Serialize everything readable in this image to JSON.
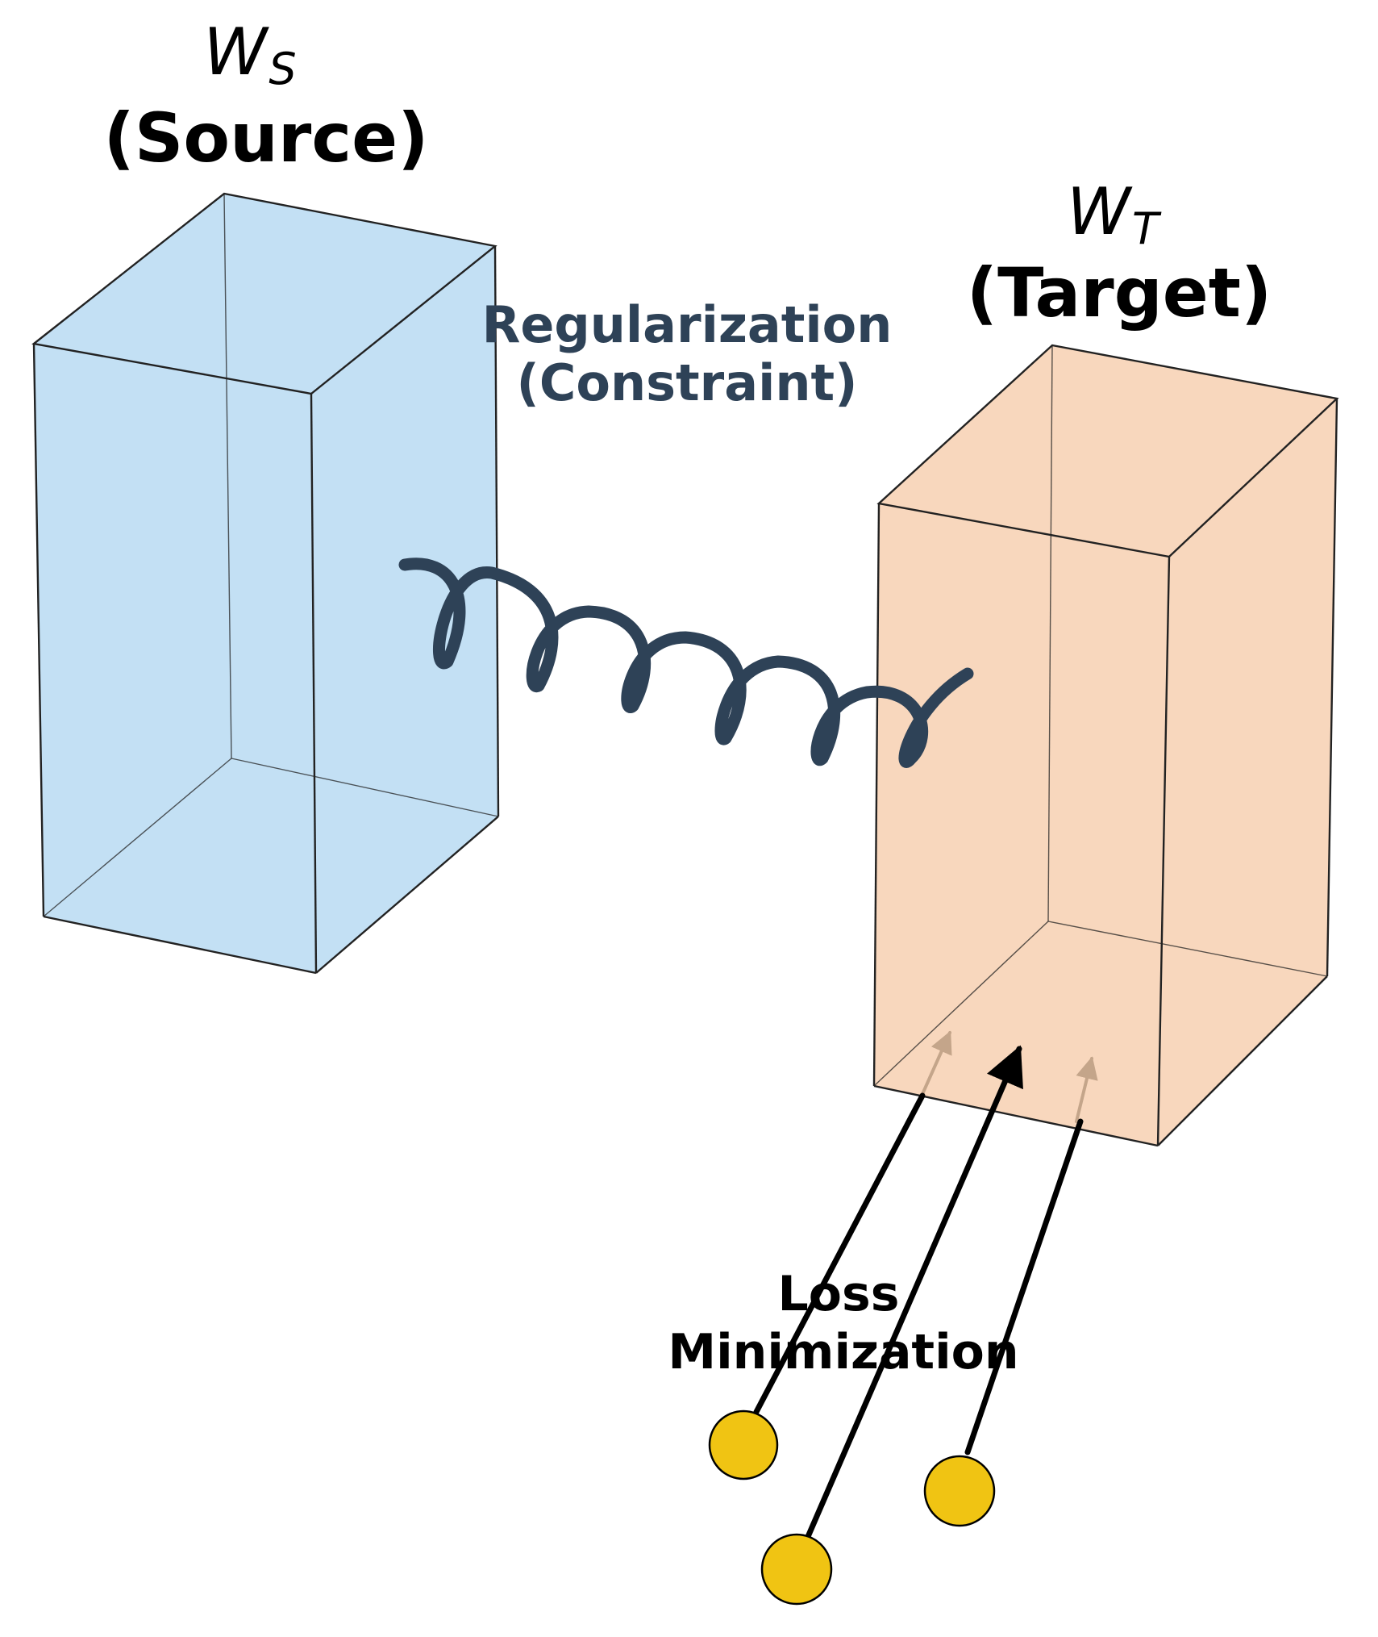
{
  "source": {
    "symbol": "W",
    "subscript": "S",
    "label": "(Source)",
    "fill_color": "#c3e0f4"
  },
  "target": {
    "symbol": "W",
    "subscript": "T",
    "label": "(Target)",
    "fill_color": "#f8d7bd"
  },
  "regularization": {
    "line1": "Regularization",
    "line2": "(Constraint)",
    "color": "#2e4257"
  },
  "loss": {
    "line1": "Loss",
    "line2": "Minimization",
    "color": "#000000"
  },
  "spring_color": "#2e4257",
  "data_point_color": "#f0c413",
  "faded_arrow_color": "#c4a58a",
  "edge_color": "#222222"
}
